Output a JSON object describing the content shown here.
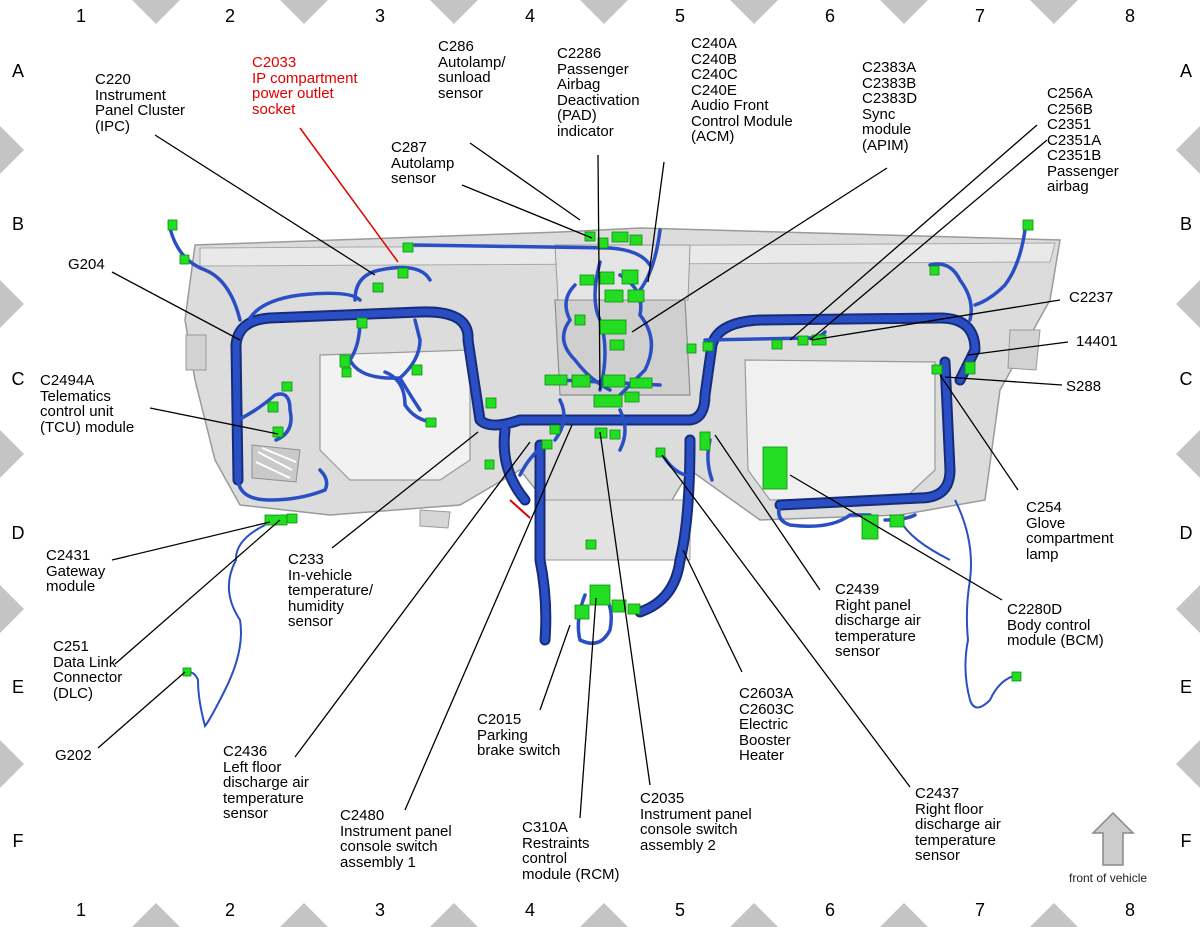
{
  "grid": {
    "columns": [
      "1",
      "2",
      "3",
      "4",
      "5",
      "6",
      "7",
      "8"
    ],
    "rows": [
      "A",
      "B",
      "C",
      "D",
      "E",
      "F"
    ]
  },
  "labels": {
    "c220": "C220\nInstrument\nPanel Cluster\n(IPC)",
    "c2033": "C2033\nIP compartment\npower outlet\nsocket",
    "c286": "C286\nAutolamp/\nsunload\nsensor",
    "c287": "C287\nAutolamp\nsensor",
    "c2286": "C2286\nPassenger\nAirbag\nDeactivation\n(PAD)\nindicator",
    "c240": "C240A\nC240B\nC240C\nC240E\nAudio Front\nControl Module\n(ACM)",
    "c2383": "C2383A\nC2383B\nC2383D\nSync\nmodule\n(APIM)",
    "c256": "C256A\nC256B\nC2351\nC2351A\nC2351B\nPassenger\nairbag",
    "g204": "G204",
    "c2237": "C2237",
    "n14401": "14401",
    "s288": "S288",
    "c2494a": "C2494A\nTelematics\ncontrol unit\n(TCU) module",
    "c254": "C254\nGlove\ncompartment\nlamp",
    "c2431": "C2431\nGateway\nmodule",
    "c233": "C233\nIn-vehicle\ntemperature/\nhumidity\nsensor",
    "c2439": "C2439\nRight panel\ndischarge air\ntemperature\nsensor",
    "c2280d": "C2280D\nBody control\nmodule (BCM)",
    "c251": "C251\nData Link\nConnector\n(DLC)",
    "c2603": "C2603A\nC2603C\nElectric\nBooster\nHeater",
    "g202": "G202",
    "c2015": "C2015\nParking\nbrake switch",
    "c2436": "C2436\nLeft floor\ndischarge air\ntemperature\nsensor",
    "c2437": "C2437\nRight floor\ndischarge air\ntemperature\nsensor",
    "c2035": "C2035\nInstrument panel\nconsole switch\nassembly 2",
    "c2480": "C2480\nInstrument panel\nconsole switch\nassembly 1",
    "c310a": "C310A\nRestraints\ncontrol\nmodule (RCM)"
  },
  "orientation": {
    "text": "front of vehicle",
    "icon": "up-arrow-icon"
  },
  "colors": {
    "harness": "#2a4fc4",
    "harness_dark": "#162c78",
    "connector": "#22dd22",
    "highlight": "#e10000",
    "panel": "#dcdcdc",
    "frame_marker": "#c4c4c4"
  }
}
